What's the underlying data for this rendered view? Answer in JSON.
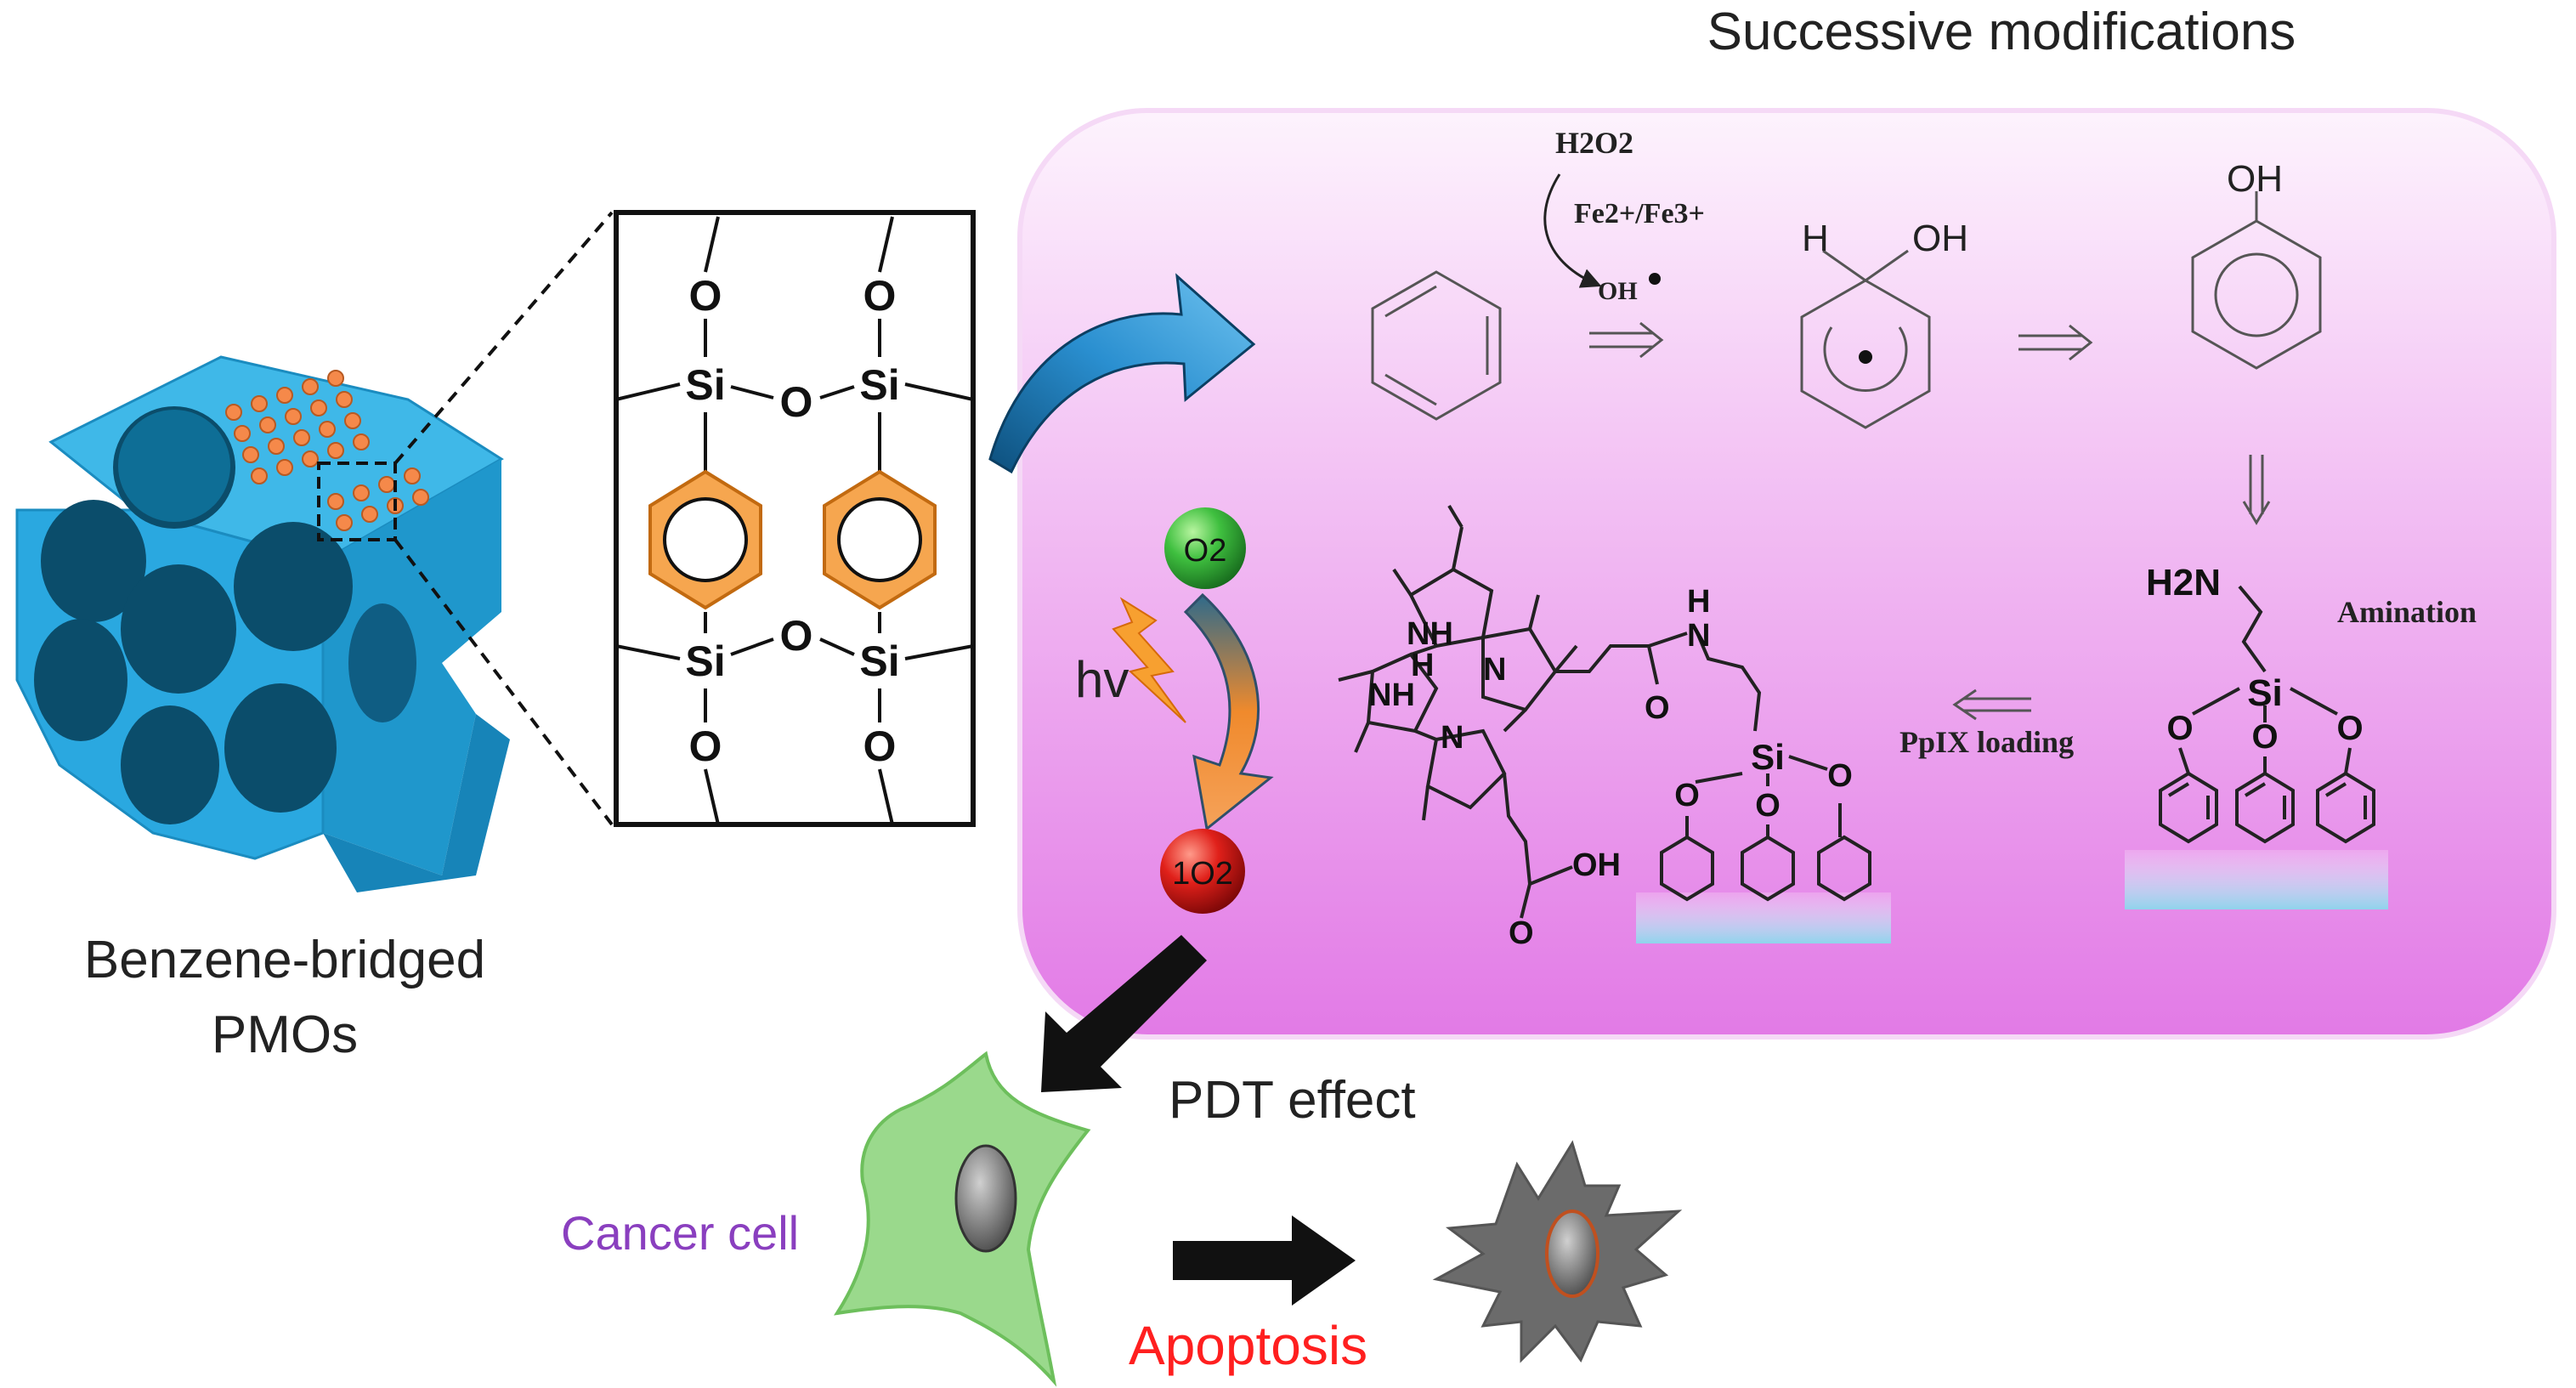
{
  "labels": {
    "title": "Successive modifications",
    "pmo_line1": "Benzene-bridged",
    "pmo_line2": "PMOs",
    "h2o2": "H2O2",
    "fe": "Fe2+/Fe3+",
    "oh_radical": "OH",
    "h_label": "H",
    "oh_label": "OH",
    "phenol_oh": "OH",
    "h2n": "H2N",
    "amination": "Amination",
    "ppix_loading": "PpIX loading",
    "o2": "O2",
    "singlet_o2": "1O2",
    "hv": "hv",
    "pdt_effect": "PDT effect",
    "cancer_cell": "Cancer cell",
    "apoptosis": "Apoptosis"
  },
  "atoms": {
    "o": "O",
    "si": "Si",
    "n": "N",
    "nh": "NH",
    "h": "H",
    "oh": "OH"
  },
  "colors": {
    "pmo_blue": "#29a9df",
    "pmo_dark": "#0b5f86",
    "dot_orange": "#f5894a",
    "hex_orange": "#f6a64f",
    "panel_top": "#fdf3fd",
    "panel_bottom": "#e37de8",
    "arrow_blue": "#1e88c7",
    "o2_green": "#2fae3a",
    "singlet_red": "#d9161a",
    "cell_green": "#9ad98c",
    "dead_cell_gray": "#6b6b6b",
    "cancer_text": "#8a3fbf",
    "apoptosis_text": "#ff1f1f",
    "surface_blue": "#9fd8ee"
  },
  "icons": [
    "lightning-bolt-icon",
    "curved-arrow-icon",
    "right-arrow-icon",
    "down-left-arrow-icon"
  ]
}
